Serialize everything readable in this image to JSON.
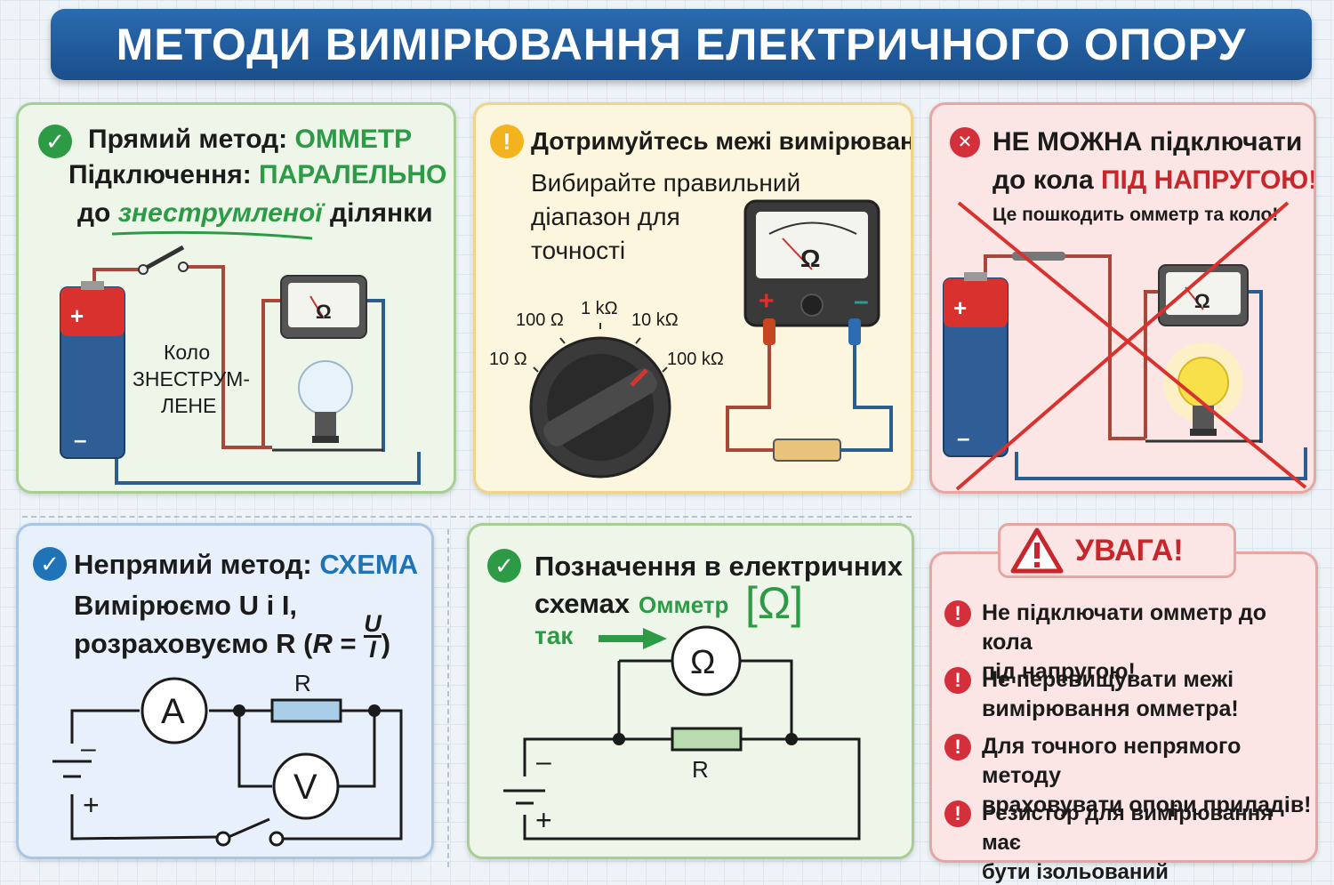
{
  "title": "МЕТОДИ ВИМІРЮВАННЯ ЕЛЕКТРИЧНОГО ОПОРУ",
  "panel_direct": {
    "line1_prefix": "Прямий метод: ",
    "line1_accent": "ОММЕТР",
    "line2_prefix": "Підключення: ",
    "line2_accent": "ПАРАЛЕЛЬНО",
    "line3_prefix": "до ",
    "line3_accent": "знеструмленої",
    "line3_suffix": " ділянки",
    "circuit_label_1": "Коло",
    "circuit_label_2": "ЗНЕСТРУМ-",
    "circuit_label_3": "ЛЕНЕ",
    "meter_symbol": "Ω",
    "battery_plus": "+",
    "battery_minus": "–"
  },
  "panel_limits": {
    "heading": "Дотримуйтесь межі вимірювання",
    "text_1": "Вибирайте правильний",
    "text_2": "діапазон для",
    "text_3": "точності",
    "dial_labels": [
      "10 Ω",
      "100 Ω",
      "1 kΩ",
      "10 kΩ",
      "100 kΩ"
    ],
    "meter_symbol": "Ω",
    "probe_plus": "+",
    "probe_minus": "–",
    "warning_icon": "!"
  },
  "panel_forbidden": {
    "line1": "НЕ МОЖНА підключати",
    "line2_prefix": "до кола ",
    "line2_accent": "ПІД НАПРУГОЮ!",
    "line3": "Це пошкодить омметр та коло!",
    "meter_symbol": "Ω",
    "battery_plus": "+",
    "battery_minus": "–",
    "close_icon": "✕"
  },
  "panel_indirect": {
    "line1_prefix": "Непрямий метод: ",
    "line1_accent": "СХЕМА",
    "line2": "Вимірюємо U і I,",
    "line3_prefix": "розраховуємо R (",
    "line3_formula_r": "R",
    "line3_eq": " = ",
    "line3_num": "U",
    "line3_den": "I",
    "line3_suffix": ")",
    "ammeter": "A",
    "voltmeter": "V",
    "resistor": "R",
    "minus": "–",
    "plus": "+"
  },
  "panel_symbols": {
    "line1": "Позначення в електричних",
    "line2": "схемах",
    "label_ohmmeter": "Омметр",
    "symbol_bracket": "[Ω]",
    "label_so": "так",
    "ohm": "Ω",
    "resistor": "R",
    "minus": "–",
    "plus": "+"
  },
  "panel_attention": {
    "badge": "УВАГА!",
    "items": [
      "Не підключати омметр до кола під напругою!",
      "Не перевищувати межі вимірювання омметра!",
      "Для точного непрямого методу враховувати опори приладів!",
      "Резистор для вимірювання має бути ізольований (знеструмлений)!"
    ],
    "items_split": [
      [
        "Не підключати омметр до кола",
        "під напругою!"
      ],
      [
        "Не перевищувати межі",
        "вимірювання омметра!"
      ],
      [
        "Для точного непрямого методу",
        "враховувати опори приладів!"
      ],
      [
        "Резистор для вимірювання має",
        "бути ізольований (знеструмлений)!"
      ]
    ],
    "bang": "!"
  },
  "colors": {
    "title_bg": "#1f5c9e",
    "green_accent": "#2d9a46",
    "red_accent": "#c7262b",
    "blue_accent": "#1f74b8",
    "warning_yellow": "#f2b31e"
  }
}
